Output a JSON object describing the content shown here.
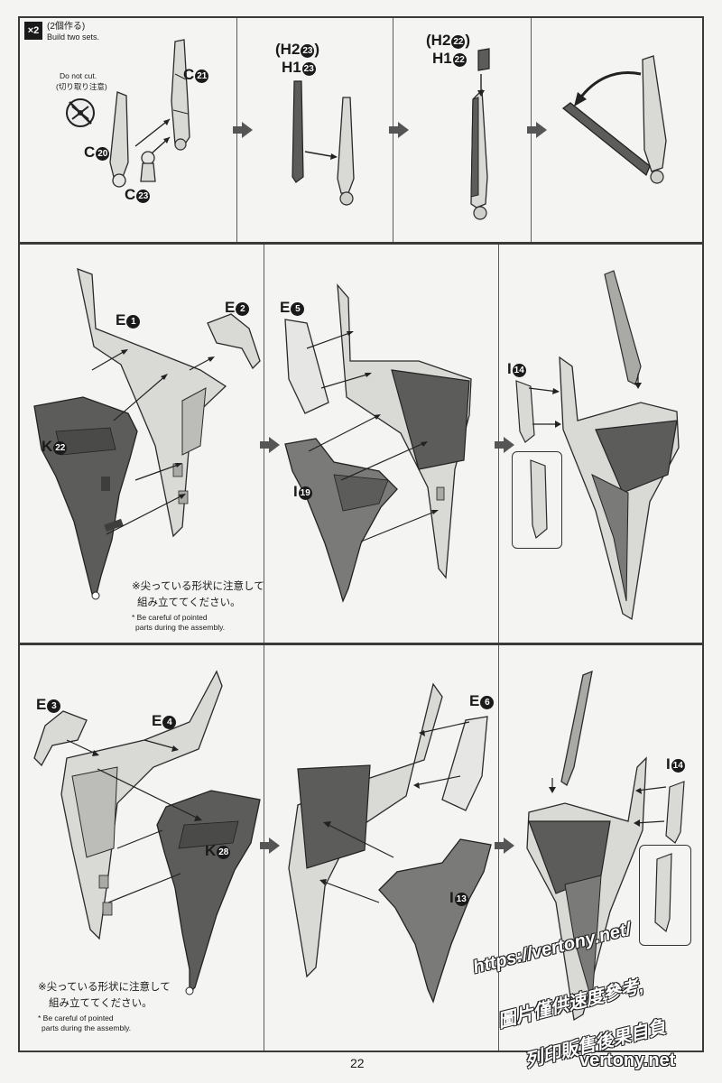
{
  "header": {
    "count_badge": "×2",
    "build_jp": "(2個作る)",
    "build_en": "Build two sets."
  },
  "row1": {
    "do_not_cut_en": "Do not cut.",
    "do_not_cut_jp": "(切り取り注意)",
    "label_c21": "C",
    "num_c21": "21",
    "label_c20": "C",
    "num_c20": "20",
    "label_c23": "C",
    "num_c23": "23",
    "step2_top": "(H2",
    "step2_top_num": "23",
    "step2_bot": "H1",
    "step2_bot_num": "23",
    "step3_top": "(H2",
    "step3_top_num": "22",
    "step3_bot": "H1",
    "step3_bot_num": "22"
  },
  "row2": {
    "label_e1": "E",
    "num_e1": "1",
    "label_e2": "E",
    "num_e2": "2",
    "label_k22": "K",
    "num_k22": "22",
    "label_e5": "E",
    "num_e5": "5",
    "label_i19": "I",
    "num_i19": "19",
    "label_i14": "I",
    "num_i14": "14",
    "caution_jp_1": "※尖っている形状に注意して",
    "caution_jp_2": "組み立ててください。",
    "caution_en_1": "* Be careful of pointed",
    "caution_en_2": "parts during the assembly."
  },
  "row3": {
    "label_e3": "E",
    "num_e3": "3",
    "label_e4": "E",
    "num_e4": "4",
    "label_k28": "K",
    "num_k28": "28",
    "label_e6": "E",
    "num_e6": "6",
    "label_i13": "I",
    "num_i13": "13",
    "label_i14": "I",
    "num_i14": "14",
    "caution_jp_1": "※尖っている形状に注意して",
    "caution_jp_2": "組み立ててください。",
    "caution_en_1": "* Be careful of pointed",
    "caution_en_2": "parts during the assembly."
  },
  "footer": {
    "page_number": "22"
  },
  "watermark": {
    "url": "https://vertony.net/",
    "line1": "圖片僅供速度參考,",
    "line2": "列印販售後果自負",
    "logo": "vertony.net"
  },
  "colors": {
    "light_part": "#d9d9d6",
    "mid_part": "#a9a9a6",
    "dark_part": "#5c5c5a",
    "outline": "#2a2a2a"
  }
}
